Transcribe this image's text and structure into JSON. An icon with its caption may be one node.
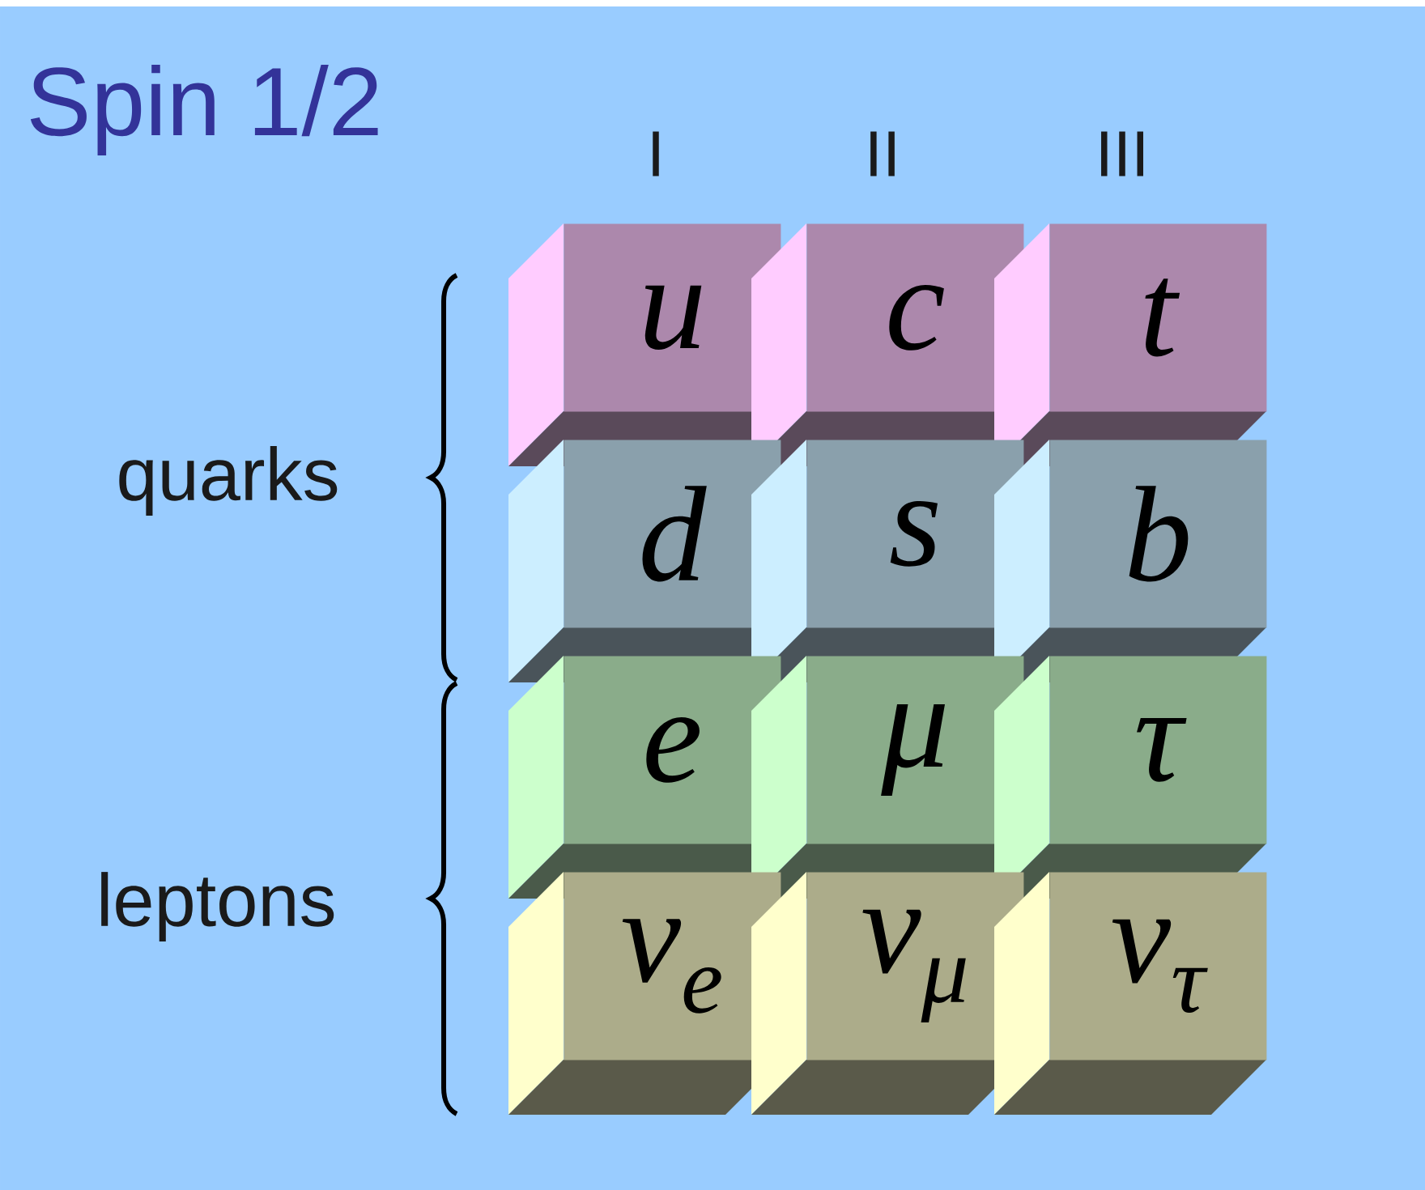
{
  "diagram": {
    "title": "Spin 1/2",
    "nodes": [
      {
        "text": [
          "u"
        ]
      },
      {
        "text": [
          "c"
        ]
      },
      {
        "text": [
          "t"
        ]
      },
      {
        "text": [
          "d"
        ]
      },
      {
        "text": [
          "s"
        ]
      },
      {
        "text": [
          "b"
        ]
      },
      {
        "text": [
          "e"
        ]
      },
      {
        "text": [
          "μ"
        ]
      },
      {
        "text": [
          "τ"
        ]
      },
      {
        "text": [
          "ν$_{e}$"
        ]
      },
      {
        "text": [
          "ν$_{μ}$"
        ]
      },
      {
        "text": [
          "ν$_{τ}$"
        ]
      }
    ],
    "labels": [
      "I",
      "II",
      "III",
      "quarks",
      "leptons"
    ]
  }
}
